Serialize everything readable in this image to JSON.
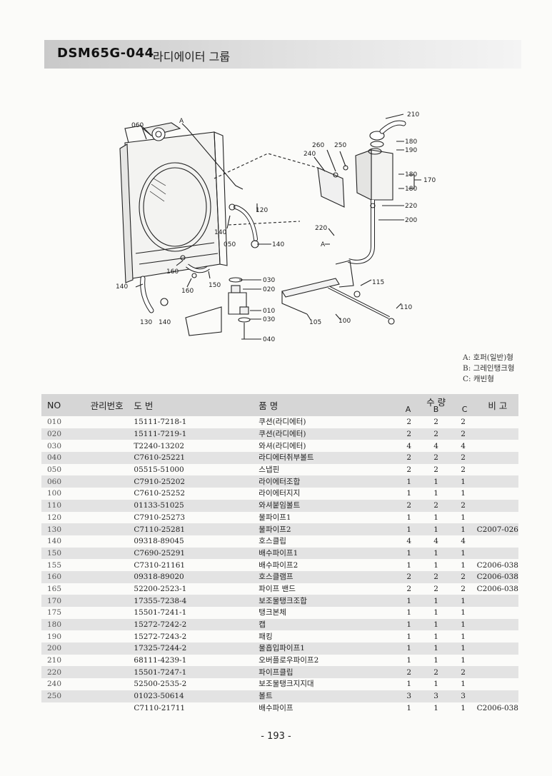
{
  "title": {
    "code": "DSM65G-044",
    "name": "라디에이터 그룹"
  },
  "diagram": {
    "labels": [
      "060",
      "A",
      "210",
      "260",
      "250",
      "240",
      "180",
      "190",
      "180",
      "180",
      "170",
      "220",
      "200",
      "120",
      "140",
      "050",
      "140",
      "220",
      "A",
      "160",
      "150",
      "030",
      "020",
      "140",
      "160",
      "115",
      "010",
      "030",
      "110",
      "130",
      "140",
      "105",
      "100",
      "040"
    ]
  },
  "legend": [
    "A: 호퍼(일반)형",
    "B: 그레인탱크형",
    "C: 캐빈형"
  ],
  "table": {
    "headers": {
      "no": "NO",
      "mgmt": "관리번호",
      "drawing": "도        번",
      "name": "품              명",
      "qty": "수  량",
      "qa": "A",
      "qb": "B",
      "qc": "C",
      "remarks": "비    고"
    },
    "rows": [
      {
        "no": "010",
        "drawing": "15111-7218-1",
        "name": "쿠션(라디에터)",
        "a": "2",
        "b": "2",
        "c": "2",
        "remark": ""
      },
      {
        "no": "020",
        "drawing": "15111-7219-1",
        "name": "쿠션(라디에터)",
        "a": "2",
        "b": "2",
        "c": "2",
        "remark": ""
      },
      {
        "no": "030",
        "drawing": "T2240-13202",
        "name": "와셔(라디에터)",
        "a": "4",
        "b": "4",
        "c": "4",
        "remark": ""
      },
      {
        "no": "040",
        "drawing": "C7610-25221",
        "name": "라디에터취부볼트",
        "a": "2",
        "b": "2",
        "c": "2",
        "remark": ""
      },
      {
        "no": "050",
        "drawing": "05515-51000",
        "name": "스냅핀",
        "a": "2",
        "b": "2",
        "c": "2",
        "remark": ""
      },
      {
        "no": "060",
        "drawing": "C7910-25202",
        "name": "라이에터조합",
        "a": "1",
        "b": "1",
        "c": "1",
        "remark": ""
      },
      {
        "no": "100",
        "drawing": "C7610-25252",
        "name": "라이에터지지",
        "a": "1",
        "b": "1",
        "c": "1",
        "remark": ""
      },
      {
        "no": "110",
        "drawing": "01133-51025",
        "name": "와셔붙임볼트",
        "a": "2",
        "b": "2",
        "c": "2",
        "remark": ""
      },
      {
        "no": "120",
        "drawing": "C7910-25273",
        "name": "물파이프1",
        "a": "1",
        "b": "1",
        "c": "1",
        "remark": ""
      },
      {
        "no": "130",
        "drawing": "C7110-25281",
        "name": "물파이프2",
        "a": "1",
        "b": "1",
        "c": "1",
        "remark": "C2007-026"
      },
      {
        "no": "140",
        "drawing": "09318-89045",
        "name": "호스클립",
        "a": "4",
        "b": "4",
        "c": "4",
        "remark": ""
      },
      {
        "no": "150",
        "drawing": "C7690-25291",
        "name": "배수파이프1",
        "a": "1",
        "b": "1",
        "c": "1",
        "remark": ""
      },
      {
        "no": "155",
        "drawing": "C7310-21161",
        "name": "배수파이프2",
        "a": "1",
        "b": "1",
        "c": "1",
        "remark": "C2006-038"
      },
      {
        "no": "160",
        "drawing": "09318-89020",
        "name": "호스클램프",
        "a": "2",
        "b": "2",
        "c": "2",
        "remark": "C2006-038"
      },
      {
        "no": "165",
        "drawing": "52200-2523-1",
        "name": "파이프 밴드",
        "a": "2",
        "b": "2",
        "c": "2",
        "remark": "C2006-038"
      },
      {
        "no": "170",
        "drawing": "17355-7238-4",
        "name": "보조물탱크조합",
        "a": "1",
        "b": "1",
        "c": "1",
        "remark": ""
      },
      {
        "no": "175",
        "drawing": "15501-7241-1",
        "name": "탱크본체",
        "a": "1",
        "b": "1",
        "c": "1",
        "remark": ""
      },
      {
        "no": "180",
        "drawing": "15272-7242-2",
        "name": "캡",
        "a": "1",
        "b": "1",
        "c": "1",
        "remark": ""
      },
      {
        "no": "190",
        "drawing": "15272-7243-2",
        "name": "패킹",
        "a": "1",
        "b": "1",
        "c": "1",
        "remark": ""
      },
      {
        "no": "200",
        "drawing": "17325-7244-2",
        "name": "물흡입파이프1",
        "a": "1",
        "b": "1",
        "c": "1",
        "remark": ""
      },
      {
        "no": "210",
        "drawing": "68111-4239-1",
        "name": "오버플로우파이프2",
        "a": "1",
        "b": "1",
        "c": "1",
        "remark": ""
      },
      {
        "no": "220",
        "drawing": "15501-7247-1",
        "name": "파이프클립",
        "a": "2",
        "b": "2",
        "c": "2",
        "remark": ""
      },
      {
        "no": "240",
        "drawing": "52500-2535-2",
        "name": "보조물탱크지지대",
        "a": "1",
        "b": "1",
        "c": "1",
        "remark": ""
      },
      {
        "no": "250",
        "drawing": "01023-50614",
        "name": "볼트",
        "a": "3",
        "b": "3",
        "c": "3",
        "remark": ""
      },
      {
        "no": "",
        "drawing": "C7110-21711",
        "name": "배수파이프",
        "a": "1",
        "b": "1",
        "c": "1",
        "remark": "C2006-038"
      }
    ]
  },
  "page_number": "- 193 -"
}
